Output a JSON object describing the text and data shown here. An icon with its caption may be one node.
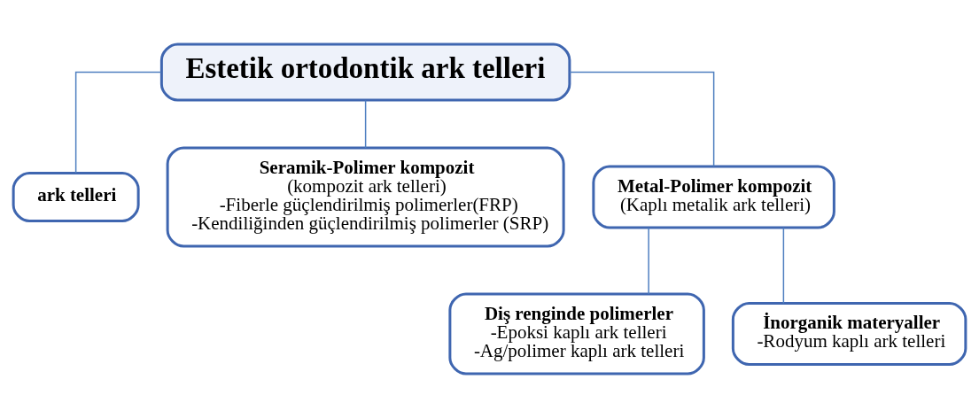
{
  "diagram": {
    "nodes": [
      {
        "text": [
          "Estetik ortodontik ark telleri"
        ]
      },
      {
        "text": [
          "ark telleri"
        ]
      },
      {
        "text": [
          "Seramik-Polimer kompozit",
          "(kompozit ark telleri)",
          "-Fiberle güçlendirilmiş polimerler(FRP)",
          "-Kendiliğinden güçlendirilmiş polimerler (SRP)"
        ]
      },
      {
        "text": [
          "Metal-Polimer kompozit",
          "(Kaplı metalik ark telleri)"
        ]
      },
      {
        "text": [
          "Diş renginde polimerler",
          "-Epoksi kaplı ark telleri",
          "-Ag/polimer kaplı ark telleri"
        ]
      },
      {
        "text": [
          "İnorganik materyaller",
          "-Rodyum kaplı ark telleri"
        ]
      }
    ],
    "edges": [
      {
        "from": 0,
        "to": 1,
        "arrow": "none"
      },
      {
        "from": 0,
        "to": 2,
        "arrow": "none"
      },
      {
        "from": 0,
        "to": 3,
        "arrow": "none"
      },
      {
        "from": 3,
        "to": 4,
        "arrow": "none"
      },
      {
        "from": 3,
        "to": 5,
        "arrow": "none"
      }
    ]
  }
}
